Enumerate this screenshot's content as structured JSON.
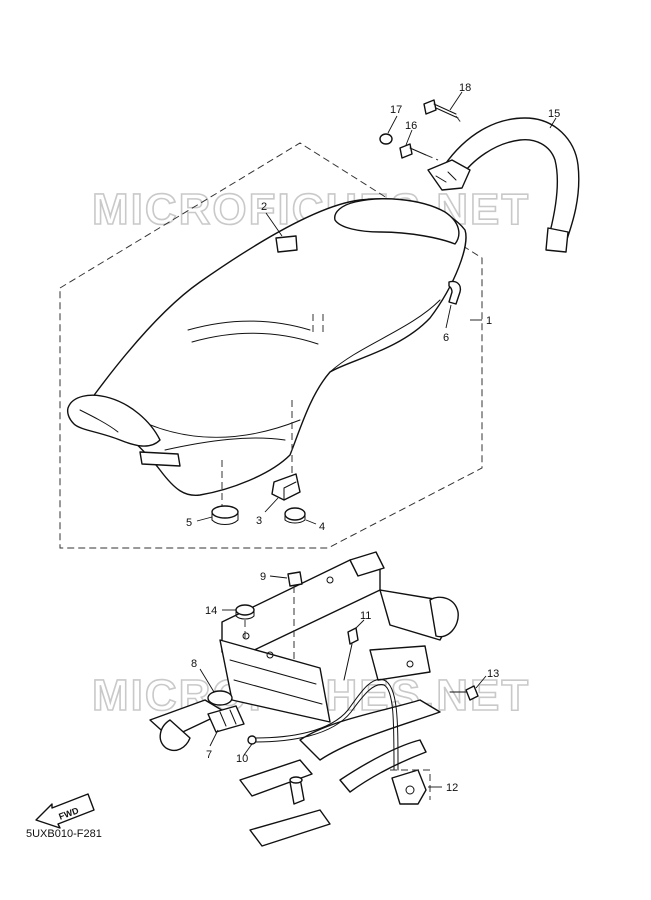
{
  "watermark": {
    "top": "MICROFICHES.NET",
    "bottom": "MICROFICHES.NET"
  },
  "fwd_label": "FWD",
  "diagram_code": "5UXB010-F281",
  "parts": [
    {
      "id": "p1",
      "number": "1"
    },
    {
      "id": "p2",
      "number": "2"
    },
    {
      "id": "p3",
      "number": "3"
    },
    {
      "id": "p4",
      "number": "4"
    },
    {
      "id": "p5",
      "number": "5"
    },
    {
      "id": "p6",
      "number": "6"
    },
    {
      "id": "p7",
      "number": "7"
    },
    {
      "id": "p8",
      "number": "8"
    },
    {
      "id": "p9",
      "number": "9"
    },
    {
      "id": "p10",
      "number": "10"
    },
    {
      "id": "p11",
      "number": "11"
    },
    {
      "id": "p12",
      "number": "12"
    },
    {
      "id": "p13",
      "number": "13"
    },
    {
      "id": "p14",
      "number": "14"
    },
    {
      "id": "p15",
      "number": "15"
    },
    {
      "id": "p16",
      "number": "16"
    },
    {
      "id": "p17",
      "number": "17"
    },
    {
      "id": "p18",
      "number": "18"
    }
  ]
}
